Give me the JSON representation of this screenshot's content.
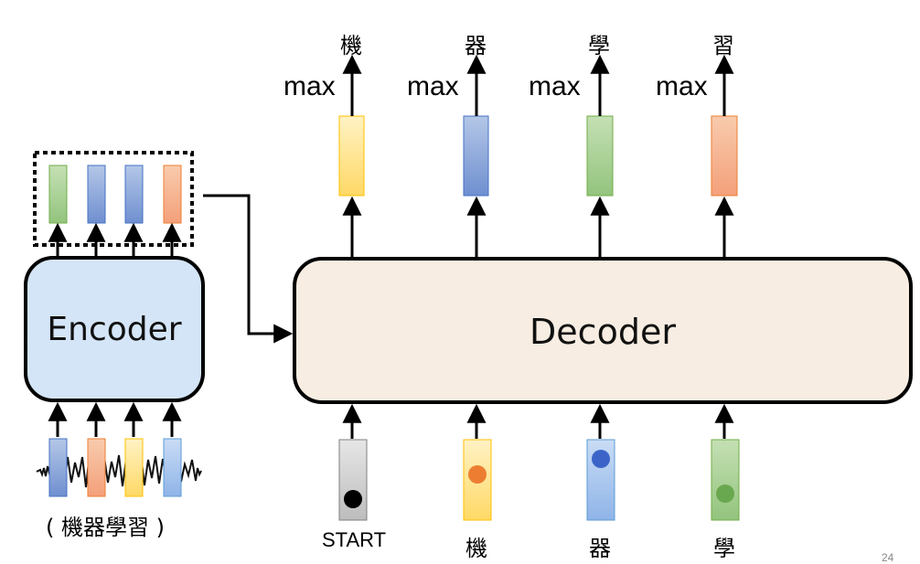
{
  "encoder": {
    "label": "Encoder",
    "input_caption": "( 機器學習 )"
  },
  "decoder": {
    "label": "Decoder",
    "outputs": [
      {
        "op": "max",
        "char": "機"
      },
      {
        "op": "max",
        "char": "器"
      },
      {
        "op": "max",
        "char": "學"
      },
      {
        "op": "max",
        "char": "習"
      }
    ],
    "inputs": [
      "START",
      "機",
      "器",
      "學"
    ]
  },
  "page_number": "24",
  "colors": {
    "green": "#a9d18e",
    "blue": "#8faadc",
    "orange": "#f4b183",
    "yellow": "#ffd966",
    "gray": "#d0d0d0",
    "encoder_fill": "#cfe2f3",
    "decoder_fill": "#f8ece0"
  }
}
